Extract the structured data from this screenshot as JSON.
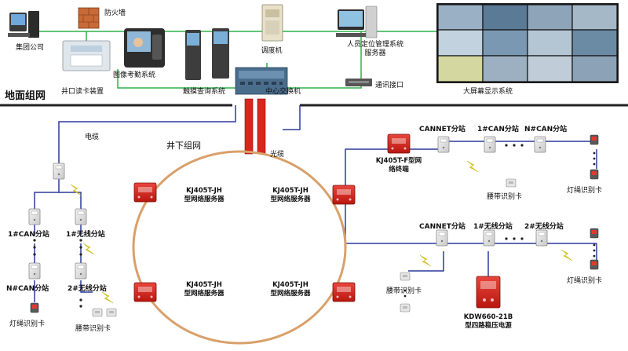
{
  "surface": {
    "title": "地面组网",
    "nodes": {
      "pc": "集团公司",
      "firewall": "防火墙",
      "dispatch": "调度机",
      "server": "人员定位管理系统服务器",
      "wall": "大屏幕显示系统",
      "attendance": "图像考勤系统",
      "wellhead": "井口读卡装置",
      "kiosk": "触摸查询系统",
      "core_switch": "中心交换机",
      "comm_port": "通讯接口"
    }
  },
  "underground": {
    "title": "井下组网",
    "cable_top": "电缆",
    "fiber": "光缆",
    "ring_servers": [
      "KJ405T-JH型网络服务器",
      "KJ405T-JH型网络服务器",
      "KJ405T-JH型网络服务器",
      "KJ405T-JH型网络服务器"
    ],
    "left_branch": {
      "can1": "1#CAN分站",
      "wireless1": "1#无线分站",
      "canN": "N#CAN分站",
      "wireless2": "2#无线分站",
      "lamp_card": "灯绳识别卡",
      "belt_card": "腰带识别卡"
    },
    "right_top": {
      "terminal": "KJ405T-F型网络终端",
      "cannet": "CANNET分站",
      "can1": "1#CAN分站",
      "canN": "N#CAN分站",
      "belt_card": "腰带识别卡",
      "lamp_card": "灯绳识别卡"
    },
    "right_bottom": {
      "cannet": "CANNET分站",
      "wireless1": "1#无线分站",
      "wireless2": "2#无线分站",
      "lamp_card": "灯绳识别卡",
      "belt_card": "腰带识别卡",
      "power": "KDW660-21B型四路稳压电源"
    }
  },
  "colors": {
    "network_line": "#2fb24a",
    "bus_line": "#2d3a9a",
    "ring": "#d9a06a",
    "device_red": "#d8261f",
    "separator": "#222222",
    "lightning": "#e8d21c"
  }
}
